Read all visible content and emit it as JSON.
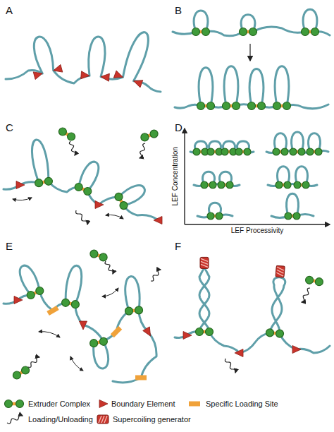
{
  "diagram": {
    "labels": [
      "A",
      "B",
      "C",
      "D",
      "E",
      "F",
      "LEF Concentration",
      "LEF Processivity"
    ],
    "legend": [
      {
        "text": "Extruder Complex"
      },
      {
        "text": "Boundary Element"
      },
      {
        "text": "Specific Loading Site"
      },
      {
        "text": "Loading/Unloading"
      },
      {
        "text": "Supercoiling generator"
      }
    ]
  }
}
